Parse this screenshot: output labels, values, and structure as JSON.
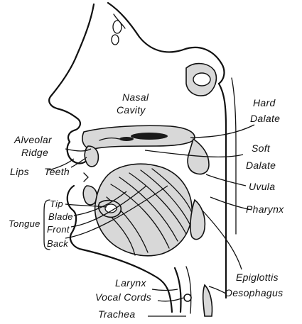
{
  "labels": {
    "nasal_cavity_1": "Nasal",
    "nasal_cavity_2": "Cavity",
    "hard_palate_1": "Hard",
    "hard_palate_2": "Dalate",
    "alveolar_ridge_1": "Alveolar",
    "alveolar_ridge_2": "Ridge",
    "soft_palate_1": "Soft",
    "soft_palate_2": "Dalate",
    "lips": "Lips",
    "teeth": "Teeth",
    "uvula": "Uvula",
    "tip": "Tip",
    "blade": "Blade",
    "front": "Front",
    "back": "Back",
    "tongue": "Tongue",
    "pharynx": "Pharynx",
    "epiglottis": "Epiglottis",
    "larynx": "Larynx",
    "vocal_cords": "Vocal Cords",
    "oesophagus": "Oesophagus",
    "trachea": "Trachea"
  },
  "colors": {
    "ink": "#111111",
    "tissue_fill": "#d8d8d8",
    "background": "#ffffff"
  }
}
